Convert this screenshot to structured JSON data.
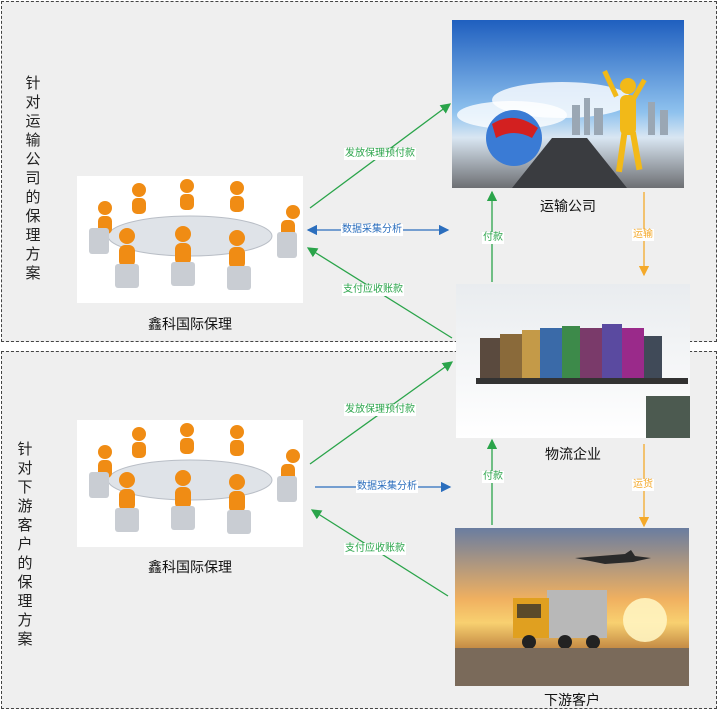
{
  "panels": {
    "top_title": "针对运输公司的保理方案",
    "bottom_title": "针对下游客户的保理方案"
  },
  "nodes": {
    "factoring_top": "鑫科国际保理",
    "factoring_bottom": "鑫科国际保理",
    "transport": "运输公司",
    "logistics": "物流企业",
    "downstream": "下游客户"
  },
  "arrows": {
    "top_advance": "发放保理预付款",
    "top_data": "数据采集分析",
    "top_pay_ar": "支付应收账款",
    "top_payment": "付款",
    "top_transport": "运输",
    "bottom_advance": "发放保理预付款",
    "bottom_data": "数据采集分析",
    "bottom_pay_ar": "支付应收账款",
    "bottom_payment": "付款",
    "bottom_shipping": "运货"
  },
  "colors": {
    "green": "#2aa44a",
    "blue": "#2b6ebd",
    "orange": "#f4a92a"
  }
}
